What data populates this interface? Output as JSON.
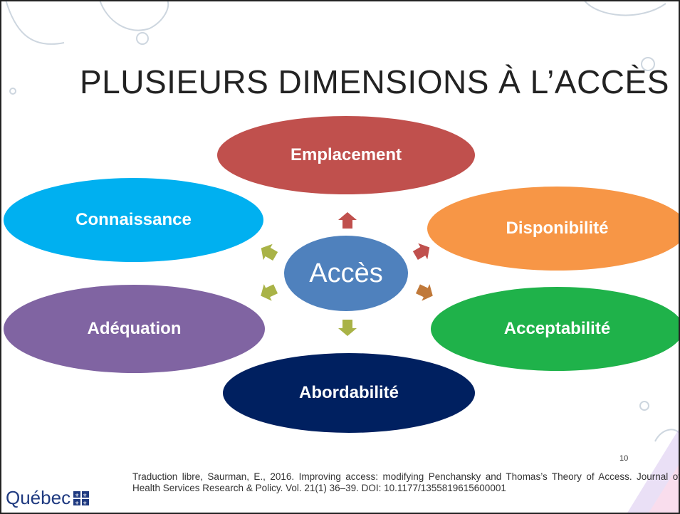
{
  "slide": {
    "title": "PLUSIEURS DIMENSIONS À L’ACCÈS",
    "slide_number": "10",
    "citation": "Traduction libre, Saurman, E., 2016. Improving access: modifying Penchansky and Thomas’s Theory of Access. Journal of Health Services Research & Policy. Vol. 21(1) 36–39. DOI: 10.1177/1355819615600001",
    "logo_text": "Québec"
  },
  "diagram": {
    "hub": {
      "label": "Accès",
      "color": "#4f81bd"
    },
    "dimensions": [
      {
        "label": "Emplacement",
        "color": "#c0504d"
      },
      {
        "label": "Disponibilité",
        "color": "#f79646"
      },
      {
        "label": "Acceptabilité",
        "color": "#1fb24a"
      },
      {
        "label": "Abordabilité",
        "color": "#002060"
      },
      {
        "label": "Adéquation",
        "color": "#8064a2"
      },
      {
        "label": "Connaissance",
        "color": "#00b0f0"
      }
    ],
    "arrow_colors": [
      "#c0504d",
      "#c0504d",
      "#c0793a",
      "#a9b347",
      "#a9b347",
      "#a9b347"
    ]
  }
}
